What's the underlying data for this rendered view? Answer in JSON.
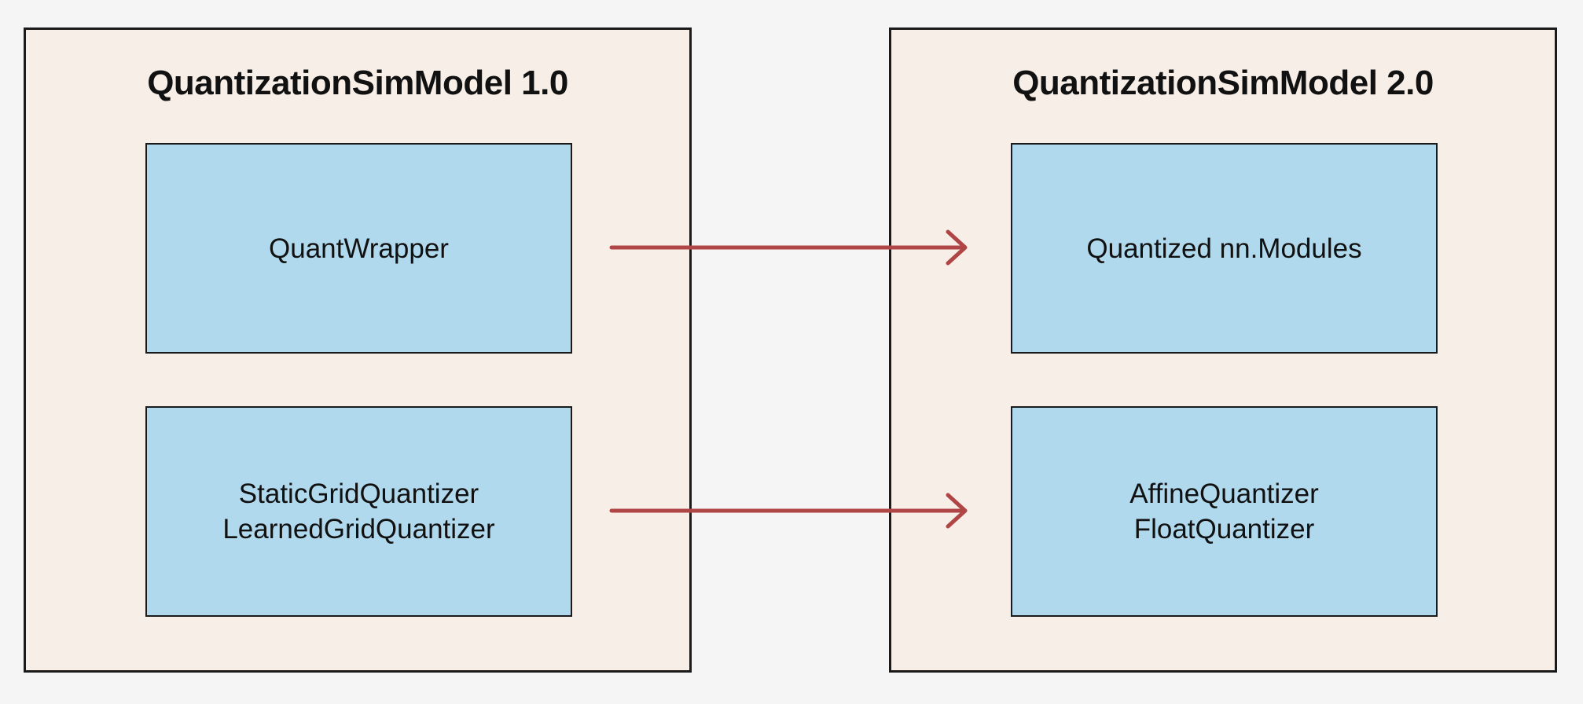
{
  "colors": {
    "background": "#f5f5f5",
    "panel_fill": "#f6eee7",
    "box_fill": "#b0d9ed",
    "border": "#1a1a1a",
    "arrow": "#b04545"
  },
  "left_panel": {
    "title": "QuantizationSimModel 1.0",
    "top_box": {
      "lines": [
        "QuantWrapper"
      ]
    },
    "bottom_box": {
      "lines": [
        "StaticGridQuantizer",
        "LearnedGridQuantizer"
      ]
    }
  },
  "right_panel": {
    "title": "QuantizationSimModel 2.0",
    "top_box": {
      "lines": [
        "Quantized nn.Modules"
      ]
    },
    "bottom_box": {
      "lines": [
        "AffineQuantizer",
        "FloatQuantizer"
      ]
    }
  },
  "arrows": [
    {
      "from": "left_panel.top_box",
      "to": "right_panel.top_box"
    },
    {
      "from": "left_panel.bottom_box",
      "to": "right_panel.bottom_box"
    }
  ]
}
